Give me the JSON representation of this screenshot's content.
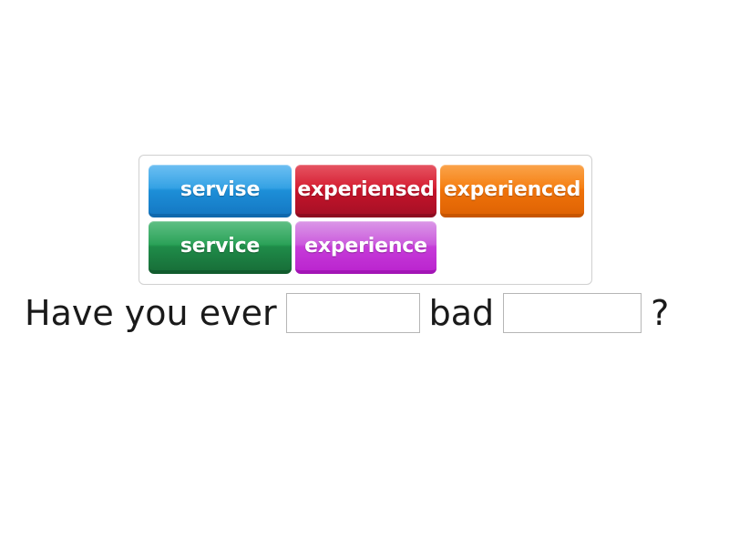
{
  "exercise": {
    "type": "drag-and-drop-fill-in-the-blank",
    "word_bank": {
      "rows": [
        [
          {
            "label": "servise",
            "color_name": "blue",
            "color": "#2f9fe3"
          },
          {
            "label": "experiensed",
            "color_name": "red",
            "color": "#d41a2e"
          },
          {
            "label": "experienced",
            "color_name": "orange",
            "color": "#f57c0d"
          }
        ],
        [
          {
            "label": "service",
            "color_name": "green",
            "color": "#269f54"
          },
          {
            "label": "experience",
            "color_name": "magenta",
            "color": "#ca56dc"
          }
        ]
      ]
    },
    "sentence": {
      "parts": [
        {
          "kind": "text",
          "text": "Have you ever"
        },
        {
          "kind": "blank",
          "value": "",
          "index": 1
        },
        {
          "kind": "text",
          "text": "bad"
        },
        {
          "kind": "blank",
          "value": "",
          "index": 2
        },
        {
          "kind": "text",
          "text": "?"
        }
      ],
      "full_text": "Have you ever ____ bad ____ ?"
    }
  },
  "colors": {
    "page_background": "#ffffff",
    "container_border": "#d0d0d0",
    "blank_border": "#b6b6b6",
    "sentence_text": "#1a1a1a",
    "tile_text": "#ffffff"
  }
}
